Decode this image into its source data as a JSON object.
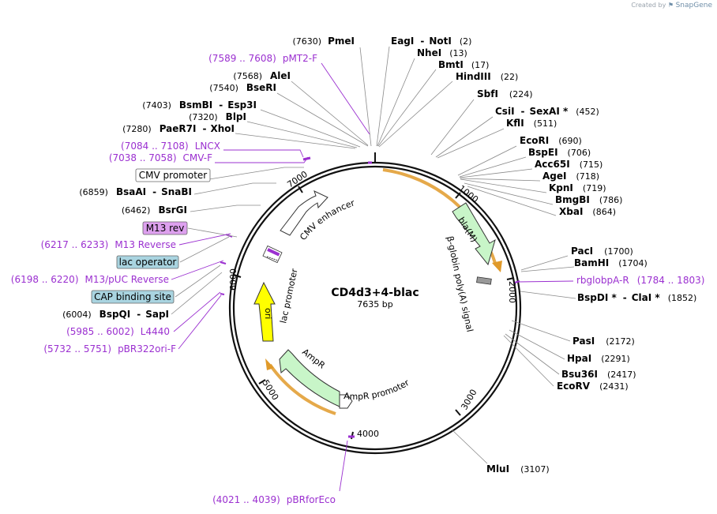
{
  "watermark": {
    "prefix": "Created by",
    "brand": "SnapGene"
  },
  "plasmid": {
    "name": "CD4d3+4-blac",
    "length": "7635 bp"
  },
  "ticks": [
    "1000",
    "2000",
    "3000",
    "4000",
    "5000",
    "6000",
    "7000"
  ],
  "sites": {
    "pmei": {
      "name": "PmeI",
      "pos": "(7630)"
    },
    "eagi": {
      "name": "EagI",
      "dash": "-",
      "name2": "NotI",
      "pos": "(2)"
    },
    "nhei": {
      "name": "NheI",
      "pos": "(13)"
    },
    "bmti": {
      "name": "BmtI",
      "pos": "(17)"
    },
    "hindiii": {
      "name": "HindIII",
      "pos": "(22)"
    },
    "sbfi": {
      "name": "SbfI",
      "pos": "(224)"
    },
    "csii": {
      "name": "CsiI",
      "dash": "-",
      "name2": "SexAI *",
      "pos": "(452)"
    },
    "kfli": {
      "name": "KflI",
      "pos": "(511)"
    },
    "ecori": {
      "name": "EcoRI",
      "pos": "(690)"
    },
    "bspei": {
      "name": "BspEI",
      "pos": "(706)"
    },
    "acc65i": {
      "name": "Acc65I",
      "pos": "(715)"
    },
    "agei": {
      "name": "AgeI",
      "pos": "(718)"
    },
    "kpni": {
      "name": "KpnI",
      "pos": "(719)"
    },
    "bmgbi": {
      "name": "BmgBI",
      "pos": "(786)"
    },
    "xbai": {
      "name": "XbaI",
      "pos": "(864)"
    },
    "paci": {
      "name": "PacI",
      "pos": "(1700)"
    },
    "bamhi": {
      "name": "BamHI",
      "pos": "(1704)"
    },
    "bspdi": {
      "name": "BspDI *",
      "dash": "-",
      "name2": "ClaI *",
      "pos": "(1852)"
    },
    "pasi": {
      "name": "PasI",
      "pos": "(2172)"
    },
    "hpai": {
      "name": "HpaI",
      "pos": "(2291)"
    },
    "bsu36i": {
      "name": "Bsu36I",
      "pos": "(2417)"
    },
    "ecorv": {
      "name": "EcoRV",
      "pos": "(2431)"
    },
    "mlui": {
      "name": "MluI",
      "pos": "(3107)"
    },
    "alei": {
      "name": "AleI",
      "pos": "(7568)"
    },
    "bseri": {
      "name": "BseRI",
      "pos": "(7540)"
    },
    "bsmbi": {
      "name": "BsmBI",
      "dash": "-",
      "name2": "Esp3I",
      "pos": "(7403)"
    },
    "blpi": {
      "name": "BlpI",
      "pos": "(7320)"
    },
    "paer7i": {
      "name": "PaeR7I",
      "dash": "-",
      "name2": "XhoI",
      "pos": "(7280)"
    },
    "bsaai": {
      "name": "BsaAI",
      "dash": "-",
      "name2": "SnaBI",
      "pos": "(6859)"
    },
    "bsrgi": {
      "name": "BsrGI",
      "pos": "(6462)"
    },
    "bspqi": {
      "name": "BspQI",
      "dash": "-",
      "name2": "SapI",
      "pos": "(6004)"
    }
  },
  "primers": {
    "pmt2f": {
      "range": "(7589 .. 7608)",
      "name": "pMT2-F"
    },
    "lncx": {
      "range": "(7084 .. 7108)",
      "name": "LNCX"
    },
    "cmvf": {
      "range": "(7038 .. 7058)",
      "name": "CMV-F"
    },
    "m13rev": {
      "range": "(6217 .. 6233)",
      "name": "M13 Reverse"
    },
    "m13puc": {
      "range": "(6198 .. 6220)",
      "name": "M13/pUC Reverse"
    },
    "l4440": {
      "range": "(5985 .. 6002)",
      "name": "L4440"
    },
    "pbr322": {
      "range": "(5732 .. 5751)",
      "name": "pBR322ori-F"
    },
    "rbglobpa": {
      "name": "rbglobpA-R",
      "range": "(1784 .. 1803)"
    },
    "pbrforeco": {
      "range": "(4021 .. 4039)",
      "name": "pBRforEco"
    }
  },
  "boxed_features": {
    "cmv_promoter": "CMV promoter",
    "m13_rev": "M13 rev",
    "lac_operator": "lac operator",
    "cap_site": "CAP binding site"
  },
  "features": {
    "bla": "bla(M)",
    "globin": "β-globin poly(A) signal",
    "cmv_enhancer": "CMV enhancer",
    "lac_promoter": "lac promoter",
    "ori": "ori",
    "ampr": "AmpR",
    "ampr_promoter": "AmpR promoter"
  },
  "colors": {
    "feature_green": "#c8f5c8",
    "ori_yellow": "#ffff00",
    "orf_orange": "#e09a2a",
    "primer_purple": "#9b30d0",
    "m13_box": "#dda0ee",
    "lac_box": "#a9d4e0"
  }
}
